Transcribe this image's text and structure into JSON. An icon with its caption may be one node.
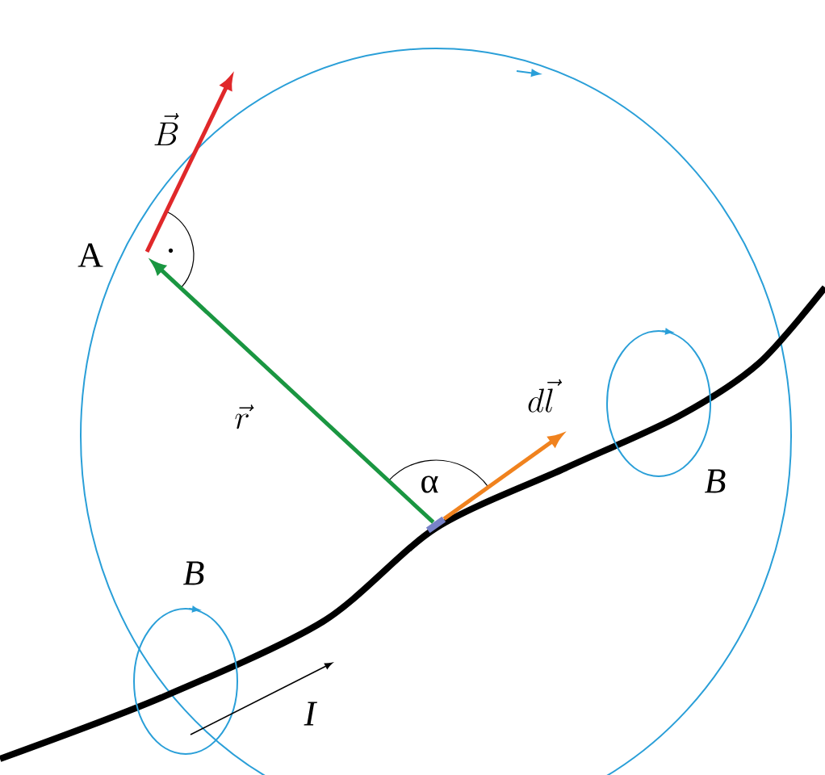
{
  "diagram": {
    "nodes": [
      {
        "text": [
          "A"
        ]
      },
      {
        "text": [],
        "shape": "bar"
      }
    ],
    "edges": [
      {
        "from": 1,
        "to": 0,
        "arrow": "to",
        "color": "#1a9641",
        "label": "\\vec{r}"
      },
      {
        "from": 0,
        "to": null,
        "arrow": "to",
        "color": "#e0282a",
        "label": "\\vec{B}"
      },
      {
        "from": 1,
        "to": null,
        "arrow": "to",
        "color": "#f0821e",
        "label": "d\\vec{l}"
      }
    ],
    "labels": [
      "α",
      "B",
      "B",
      "I"
    ]
  }
}
